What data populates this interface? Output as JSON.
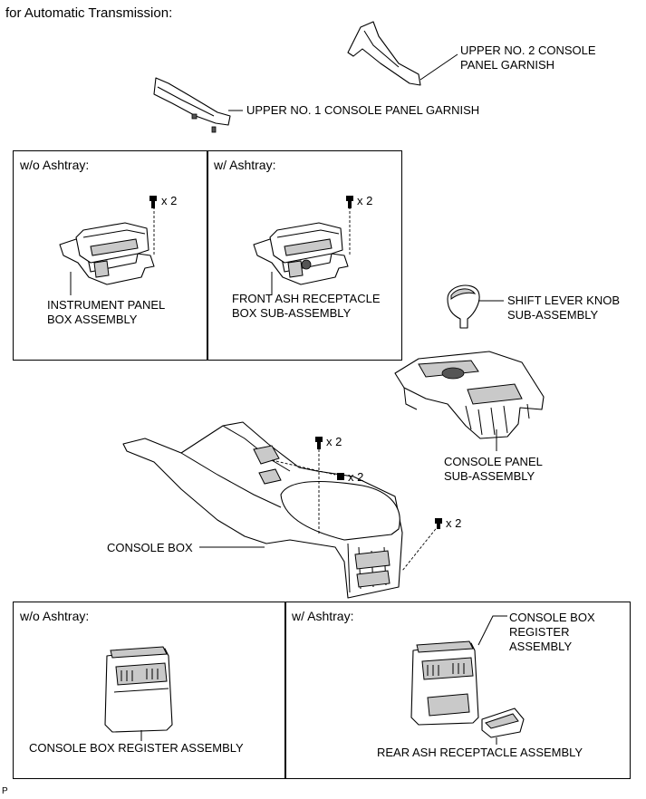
{
  "heading": "for Automatic Transmission:",
  "labels": {
    "upper_no2": "UPPER NO. 2 CONSOLE\nPANEL GARNISH",
    "upper_no1": "UPPER NO. 1 CONSOLE PANEL GARNISH",
    "instrument_panel_box": "INSTRUMENT PANEL\nBOX ASSEMBLY",
    "front_ash_receptacle": "FRONT ASH RECEPTACLE\nBOX SUB-ASSEMBLY",
    "shift_lever_knob": "SHIFT LEVER KNOB\nSUB-ASSEMBLY",
    "console_panel": "CONSOLE PANEL\nSUB-ASSEMBLY",
    "console_box": "CONSOLE BOX",
    "console_box_register_left": "CONSOLE BOX REGISTER ASSEMBLY",
    "console_box_register_right": "CONSOLE BOX\nREGISTER\nASSEMBLY",
    "rear_ash_receptacle": "REAR ASH RECEPTACLE ASSEMBLY"
  },
  "panels": {
    "top_left_title": "w/o Ashtray:",
    "top_right_title": "w/ Ashtray:",
    "bottom_left_title": "w/o Ashtray:",
    "bottom_right_title": "w/ Ashtray:"
  },
  "quantities": {
    "ipb_screws": "x 2",
    "fab_screws": "x 2",
    "cb_top_screws": "x 2",
    "cb_mid_screws": "x 2",
    "cb_right_screws": "x 2"
  },
  "footer_code": "P"
}
